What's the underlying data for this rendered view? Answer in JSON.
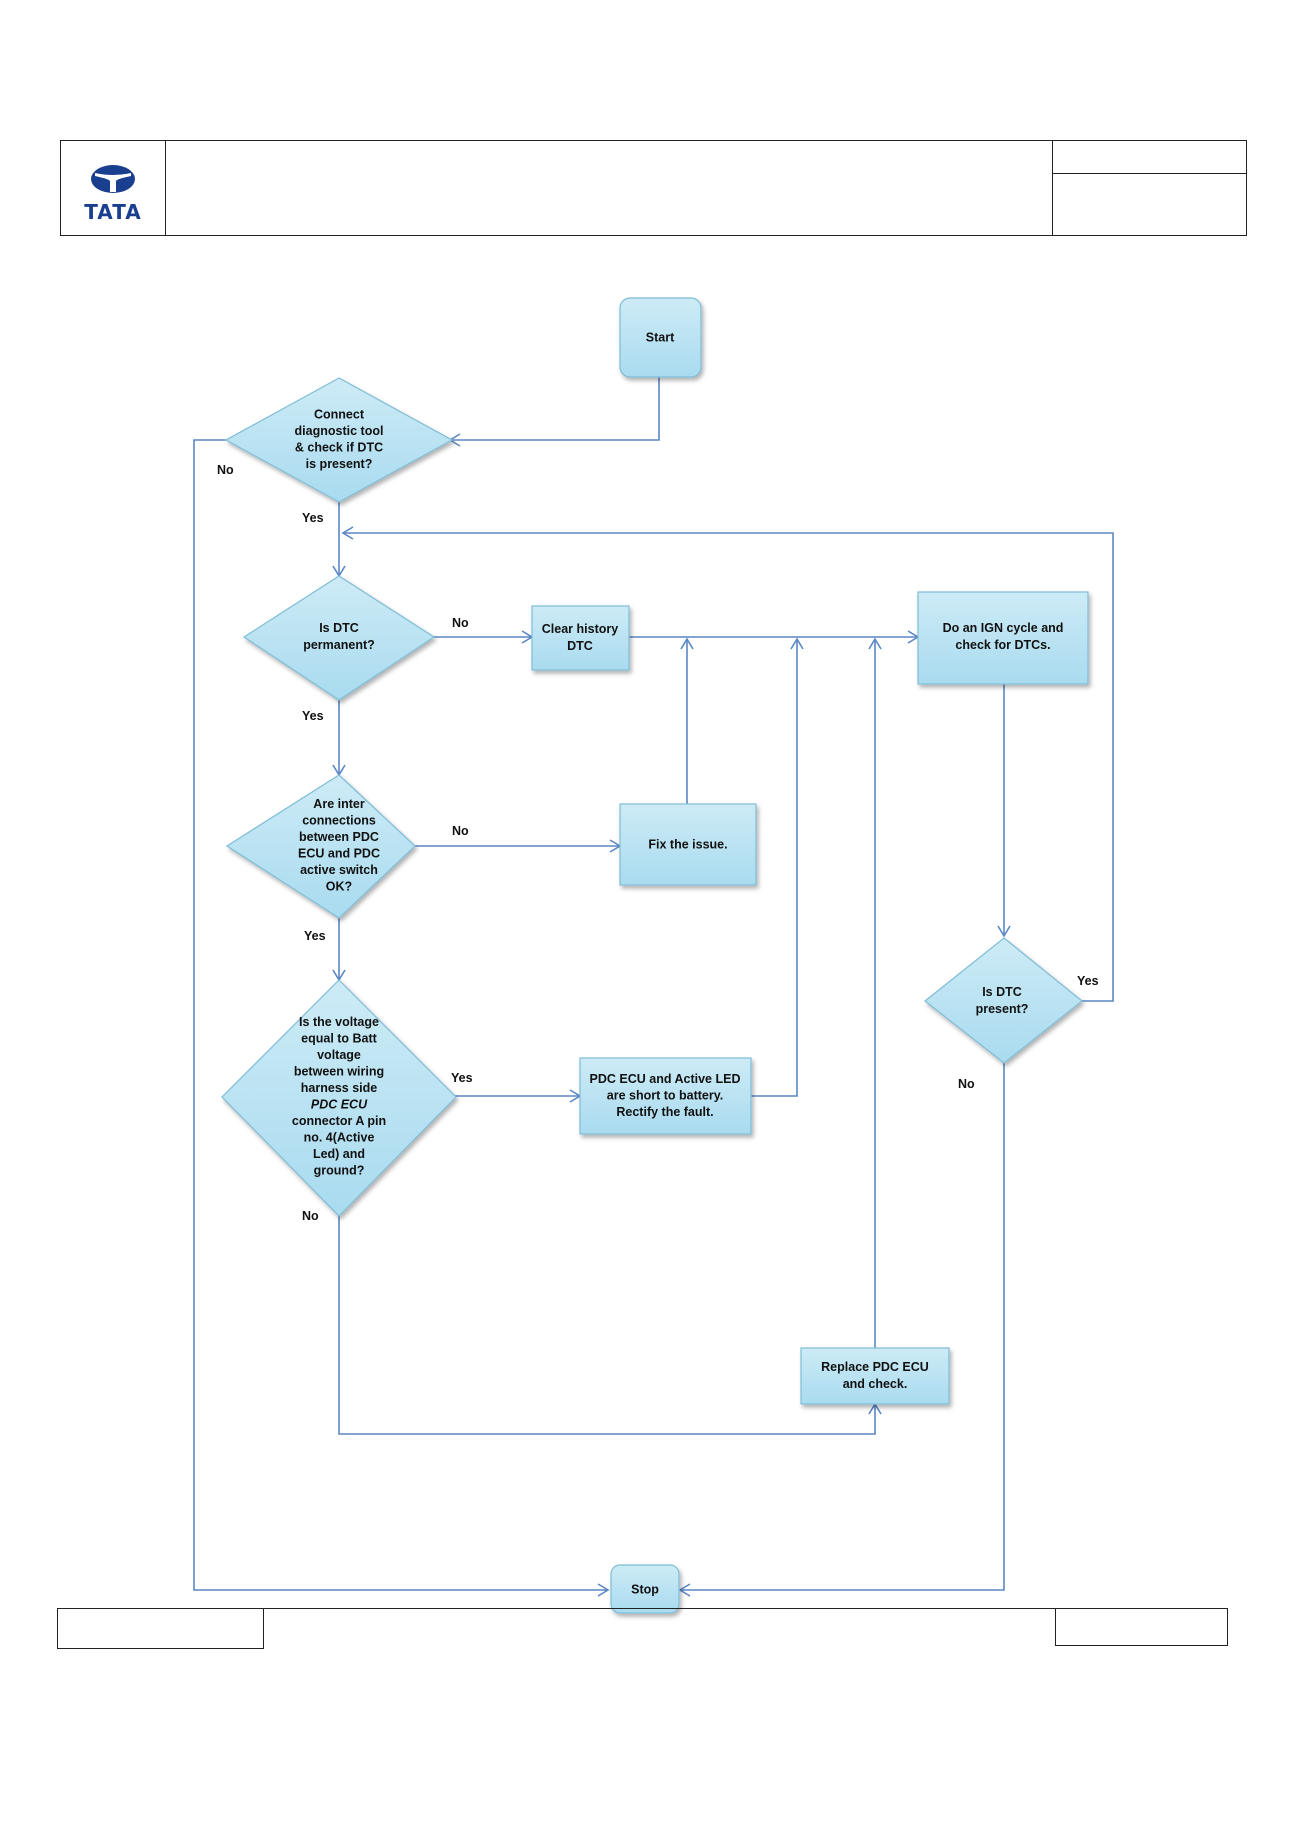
{
  "header": {
    "logo_wordmark": "TATA"
  },
  "colors": {
    "box_fill_top": "#cdebf6",
    "box_fill_bottom": "#a9dbef",
    "box_stroke": "#7fbcd6",
    "edge": "#5b87c5",
    "logo": "#1b3f8f"
  },
  "nodes": {
    "start": [
      "Start"
    ],
    "check_dtc": [
      "Connect",
      "diagnostic tool",
      "& check if DTC",
      "is present?"
    ],
    "dtc_permanent": [
      "Is DTC",
      "permanent?"
    ],
    "clear_history": [
      "Clear history",
      "DTC"
    ],
    "ign_cycle": [
      "Do an IGN cycle and",
      "check for DTCs."
    ],
    "inter_connections": [
      "Are inter",
      "connections",
      "between PDC",
      "ECU and PDC",
      "active switch",
      "OK?"
    ],
    "fix_issue": [
      "Fix the issue."
    ],
    "voltage_check": [
      "Is the voltage",
      "equal  to Batt",
      "voltage",
      "between wiring",
      "harness side",
      "PDC ECU",
      "connector A pin",
      "no. 4(Active",
      "Led) and",
      "ground?"
    ],
    "short_battery": [
      "PDC ECU and Active LED",
      "are short to battery.",
      "Rectify  the fault."
    ],
    "dtc_present": [
      "Is DTC",
      "present?"
    ],
    "replace_ecu": [
      "Replace PDC ECU",
      "and check."
    ],
    "stop": [
      "Stop"
    ]
  },
  "edge_labels": {
    "check_no": "No",
    "check_yes": "Yes",
    "permanent_no": "No",
    "permanent_yes": "Yes",
    "inter_no": "No",
    "inter_yes": "Yes",
    "voltage_yes": "Yes",
    "voltage_no": "No",
    "present_yes": "Yes",
    "present_no": "No"
  }
}
